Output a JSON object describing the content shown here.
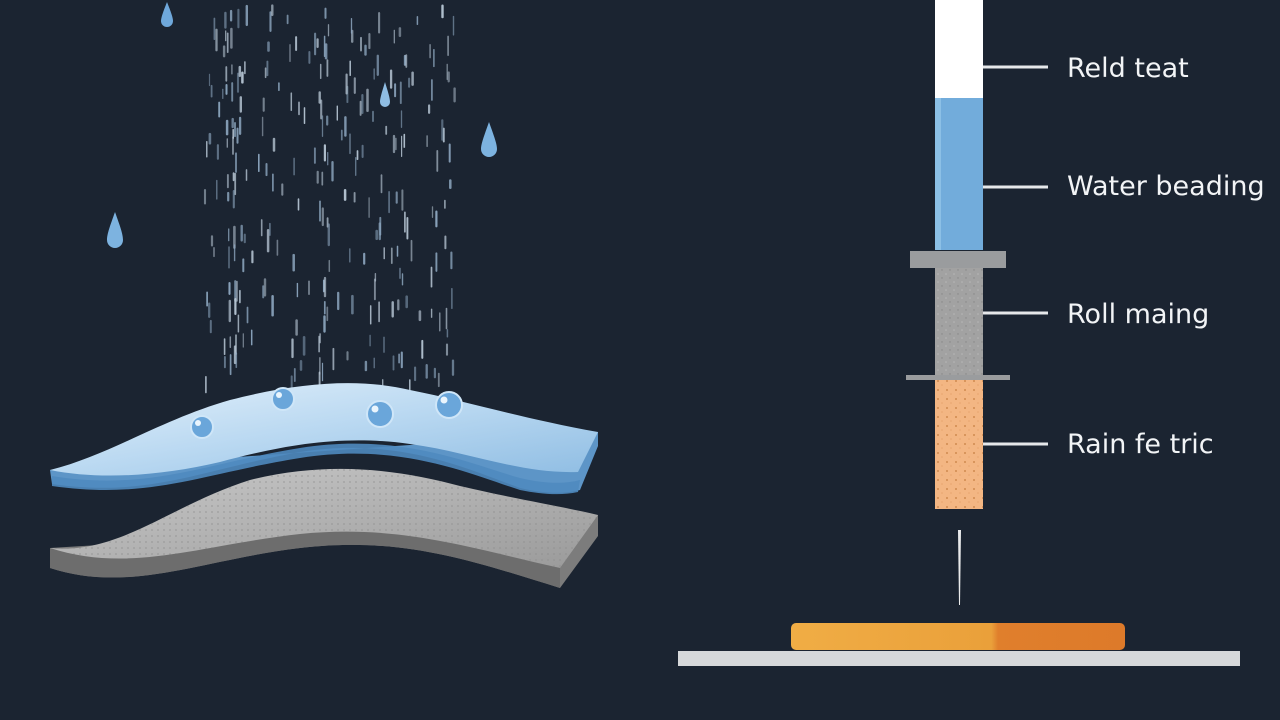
{
  "labels": [
    "Reld teat",
    "Water beading",
    "Roll maing",
    "Rain fe tric"
  ],
  "colors": {
    "background": "#1b2431",
    "drop": "#7db3e0",
    "top_layer": "#b7d7f2",
    "bottom_layer": "#a9a9a9",
    "water_column": "#6ea9d8",
    "gray_column": "#9c9c9c",
    "orange_column": "#f3b47f",
    "base_strip": "#e79b3c",
    "base_plate": "#d6d8da"
  },
  "icons": [
    "raindrop-icon"
  ]
}
